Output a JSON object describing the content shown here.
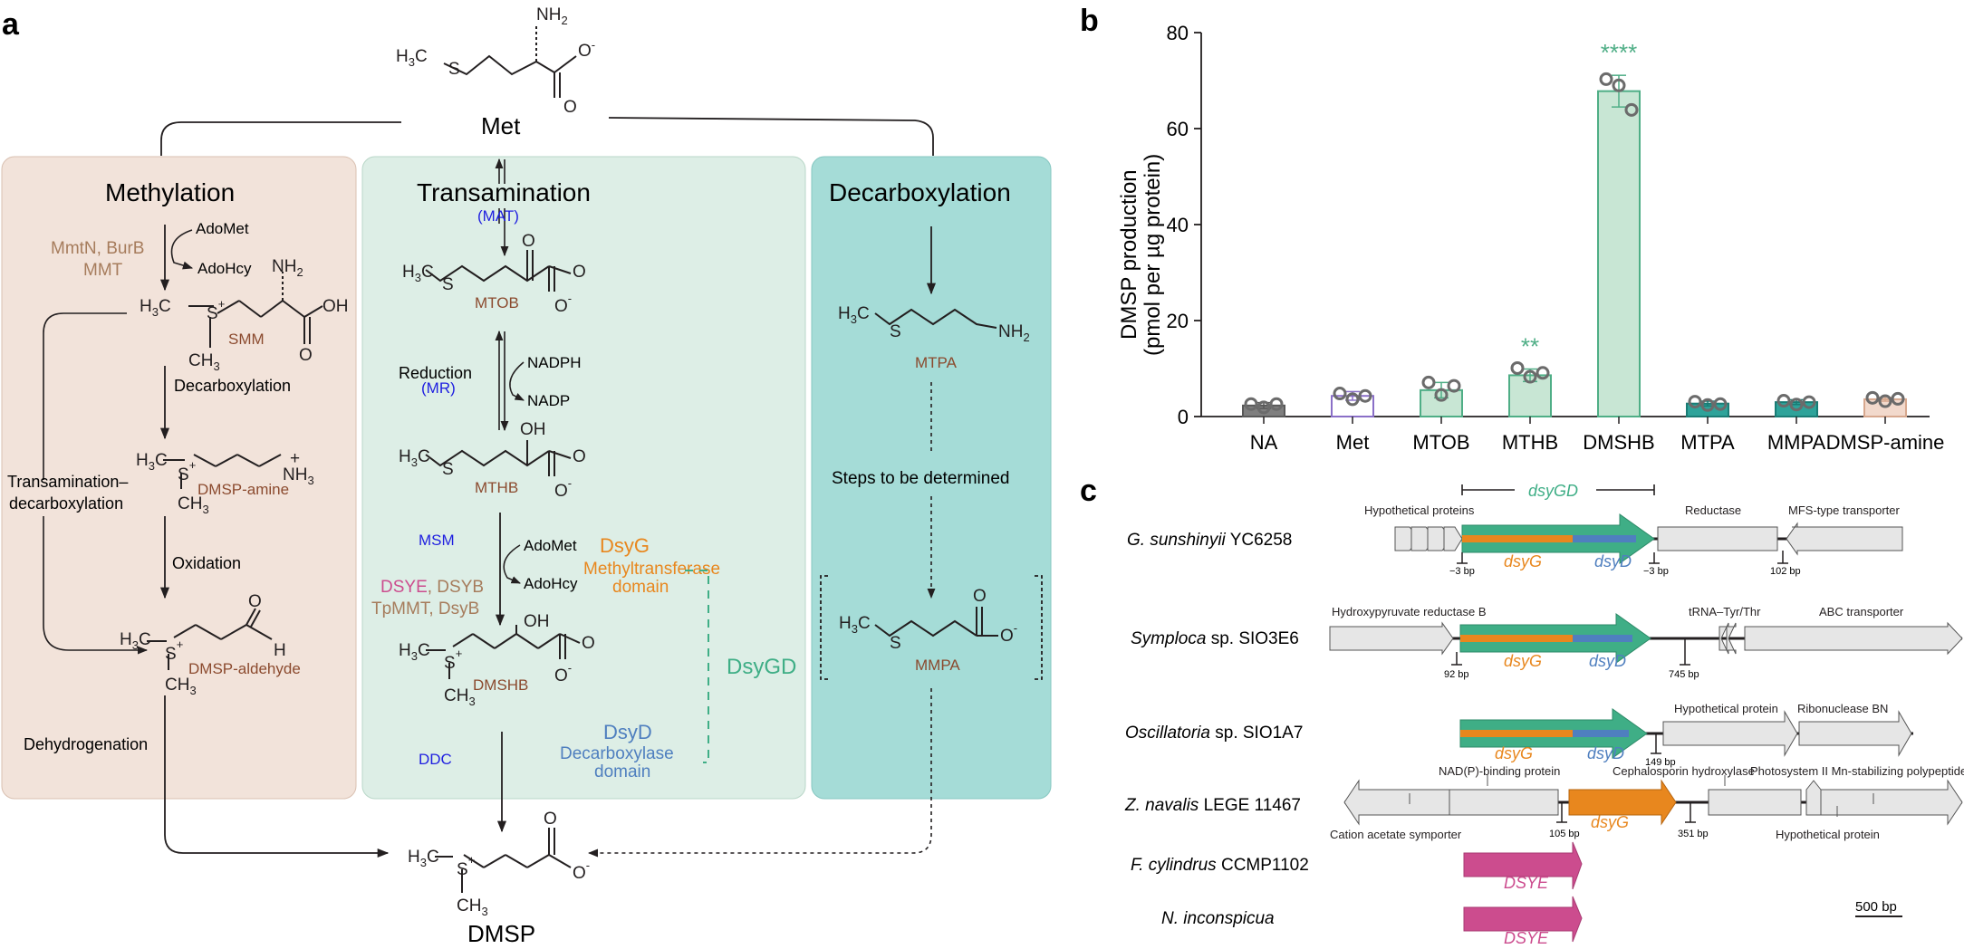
{
  "panels": {
    "a": "a",
    "b": "b",
    "c": "c"
  },
  "panel_a": {
    "met": "Met",
    "nh2": "NH",
    "h3c": "H",
    "methylation": {
      "title": "Methylation",
      "enzymes_line1": "MmtN, BurB",
      "enzymes_line2": "MMT",
      "adomet": "AdoMet",
      "adohcy": "AdoHcy",
      "smm": "SMM",
      "decarb_label": "Decarboxylation",
      "dmsp_amine": "DMSP-amine",
      "transam_label1": "Transamination–",
      "transam_label2": "decarboxylation",
      "oxidation": "Oxidation",
      "dmsp_aldehyde": "DMSP-aldehyde",
      "dehydrogenation": "Dehydrogenation"
    },
    "transamination": {
      "title": "Transamination",
      "mat": "(MAT)",
      "mtob": "MTOB",
      "reduction": "Reduction",
      "mr": "(MR)",
      "nadph": "NADPH",
      "nadp": "NADP",
      "mthb": "MTHB",
      "msm": "MSM",
      "adomet": "AdoMet",
      "adohcy": "AdoHcy",
      "dsye_line": [
        "DSYE",
        ", DSYB"
      ],
      "tpmmt_line": "TpMMT, DsyB",
      "dsyg": "DsyG",
      "methyltransferase1": "Methyltransferase",
      "methyltransferase2": "domain",
      "dmshb": "DMSHB",
      "dsygd": "DsyGD",
      "dsyd": "DsyD",
      "decarboxylase1": "Decarboxylase",
      "decarboxylase2": "domain",
      "ddc": "DDC"
    },
    "decarboxylation": {
      "title": "Decarboxylation",
      "mtpa": "MTPA",
      "steps": "Steps to be determined",
      "mmpa": "MMPA"
    },
    "dmsp": "DMSP"
  },
  "chart_data": {
    "type": "bar",
    "ylabel": "DMSP production",
    "ylabel2": "(pmol per µg protein)",
    "ylim": [
      0,
      80
    ],
    "yticks": [
      0,
      20,
      40,
      60,
      80
    ],
    "categories": [
      "NA",
      "Met",
      "MTOB",
      "MTHB",
      "DMSHB",
      "MTPA",
      "MMPA",
      "DMSP-amine"
    ],
    "values": [
      2.3,
      4.3,
      5.5,
      8.6,
      67.8,
      2.7,
      3.0,
      3.6
    ],
    "errors": [
      0.6,
      0.9,
      1.6,
      1.3,
      3.3,
      0.5,
      0.5,
      0.4
    ],
    "points": [
      [
        2.6,
        1.9,
        2.6
      ],
      [
        4.8,
        3.6,
        4.3
      ],
      [
        7.1,
        4.5,
        6.4
      ],
      [
        10.1,
        8.3,
        9.1
      ],
      [
        70.3,
        69.0,
        63.9
      ],
      [
        3.1,
        2.4,
        2.6
      ],
      [
        3.3,
        2.5,
        3.0
      ],
      [
        3.9,
        3.2,
        3.7
      ]
    ],
    "fills": [
      "#7f7f7f",
      "#ffffff",
      "#c8e6d4",
      "#c8e6d4",
      "#c8e6d4",
      "#2ea39a",
      "#2ea39a",
      "#f2d9cc"
    ],
    "strokes": [
      "#595959",
      "#8a6fc7",
      "#4fae86",
      "#4fae86",
      "#4fae86",
      "#1a7c75",
      "#1a7c75",
      "#d7a88e"
    ],
    "significance": [
      "",
      "",
      "",
      "**",
      "****",
      "",
      "",
      ""
    ],
    "sig_color": "#4fae86"
  },
  "panel_c": {
    "dsygd_bracket": "dsyGD",
    "scale": "500 bp",
    "organisms": [
      {
        "italic": "G. sunshinyii",
        "rest": " YC6258"
      },
      {
        "italic": "Symploca",
        "rest": " sp. SIO3E6"
      },
      {
        "italic": "Oscillatoria",
        "rest": " sp. SIO1A7"
      },
      {
        "italic": "Z. navalis",
        "rest": " LEGE 11467"
      },
      {
        "italic": "F. cylindrus",
        "rest": " CCMP1102"
      },
      {
        "italic": "N. inconspicua",
        "rest": ""
      }
    ],
    "row1": {
      "hyp": "Hypothetical proteins",
      "reductase": "Reductase",
      "mfs": "MFS-type transporter",
      "bp1": "−3 bp",
      "bp2": "−3 bp",
      "bp3": "102 bp",
      "g": "dsyG",
      "d": "dsyD"
    },
    "row2": {
      "hpr": "Hydroxypyruvate reductase B",
      "trna": "tRNA–Tyr/Thr",
      "abc": "ABC transporter",
      "bp1": "92 bp",
      "bp2": "745 bp",
      "g": "dsyG",
      "d": "dsyD"
    },
    "row3": {
      "hyp": "Hypothetical protein",
      "rnase": "Ribonuclease BN",
      "bp1": "149 bp",
      "g": "dsyG",
      "d": "dsyD"
    },
    "row4": {
      "nad": "NAD(P)-binding  protein",
      "ceph": "Cephalosporin hydroxylase",
      "ps": "Photosystem II Mn-stabilizing polypeptide",
      "cat": "Cation acetate symporter",
      "hyp": "Hypothetical protein",
      "bp1": "105 bp",
      "bp2": "351 bp",
      "g": "dsyG"
    },
    "row5": {
      "gene": "DSYE"
    },
    "row6": {
      "gene": "DSYE"
    }
  },
  "colors": {
    "methylation_bg": "#f2e3da",
    "transamination_bg": "#ddeee6",
    "decarboxylation_bg": "#a5dcd7",
    "dsyg_orange": "#e8871e",
    "dsyd_blue": "#4f7fbf",
    "dsygd_green": "#3fae86",
    "dsye_pink": "#cc4c8e",
    "enzyme_brown": "#a67c5c",
    "enzyme_blue": "#1f1fe0"
  }
}
